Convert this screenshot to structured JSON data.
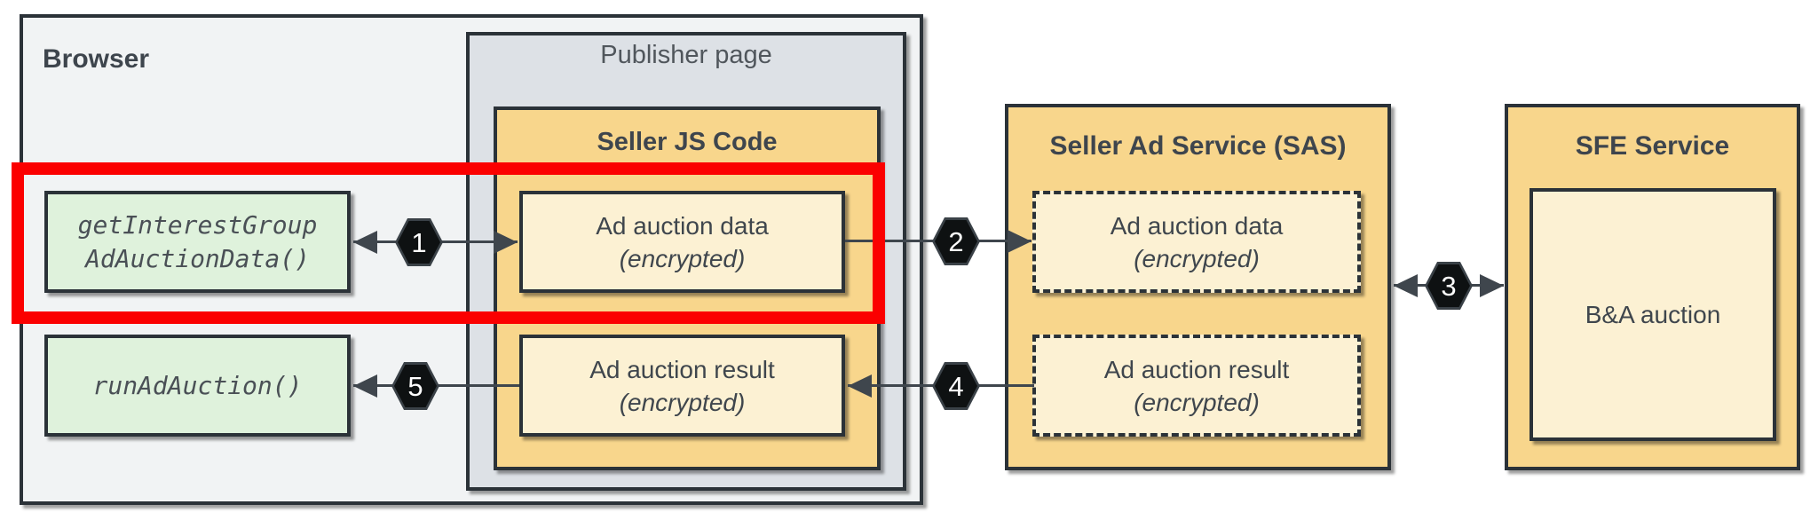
{
  "browser": {
    "label": "Browser",
    "api_boxes": [
      {
        "line1": "getInterestGroup",
        "line2": "AdAuctionData()"
      },
      {
        "line1": "runAdAuction()"
      }
    ]
  },
  "publisher": {
    "label": "Publisher page"
  },
  "seller_js": {
    "label": "Seller JS Code",
    "boxes": [
      {
        "line1": "Ad auction data",
        "line2": "(encrypted)"
      },
      {
        "line1": "Ad auction result",
        "line2": "(encrypted)"
      }
    ]
  },
  "sas": {
    "label": "Seller Ad Service (SAS)",
    "boxes": [
      {
        "line1": "Ad auction data",
        "line2": "(encrypted)"
      },
      {
        "line1": "Ad auction result",
        "line2": "(encrypted)"
      }
    ]
  },
  "sfe": {
    "label": "SFE Service",
    "box_label": "B&A auction"
  },
  "steps": {
    "s1": "1",
    "s2": "2",
    "s3": "3",
    "s4": "4",
    "s5": "5"
  },
  "colors": {
    "container_orange": "#F8D68C",
    "box_cream": "#FCF1D3",
    "box_green": "#DFF2DC",
    "browser_gray": "#F1F3F4",
    "publisher_gray": "#DDE1E6",
    "border_dark": "#2B3238",
    "arrow": "#3F464D",
    "highlight_red": "#FB0000",
    "hexagon_black": "#0E1112"
  }
}
